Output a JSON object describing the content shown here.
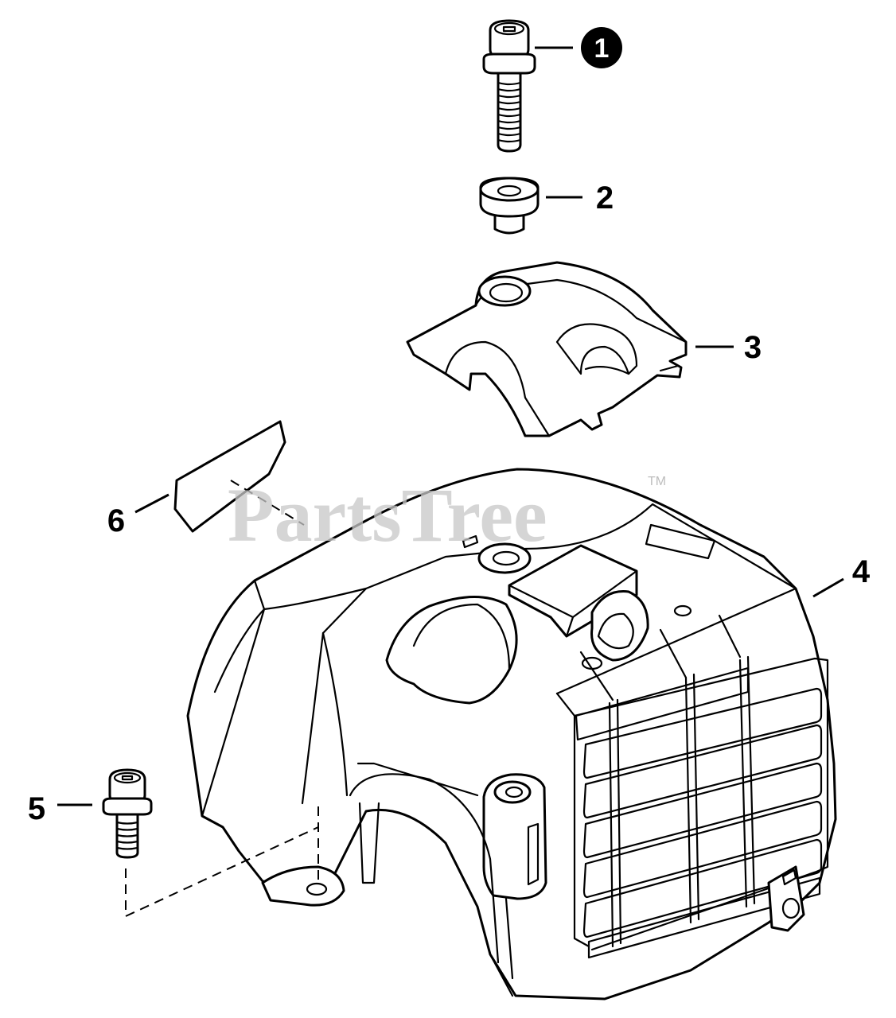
{
  "watermark": {
    "text": "PartsTree",
    "trademark": "TM"
  },
  "callouts": [
    {
      "id": "1",
      "label": "1",
      "circled": true
    },
    {
      "id": "2",
      "label": "2",
      "circled": false
    },
    {
      "id": "3",
      "label": "3",
      "circled": false
    },
    {
      "id": "4",
      "label": "4",
      "circled": false
    },
    {
      "id": "5",
      "label": "5",
      "circled": false
    },
    {
      "id": "6",
      "label": "6",
      "circled": false
    }
  ],
  "colors": {
    "line": "#000000",
    "watermark": "#c8c8c8",
    "background": "#ffffff"
  }
}
